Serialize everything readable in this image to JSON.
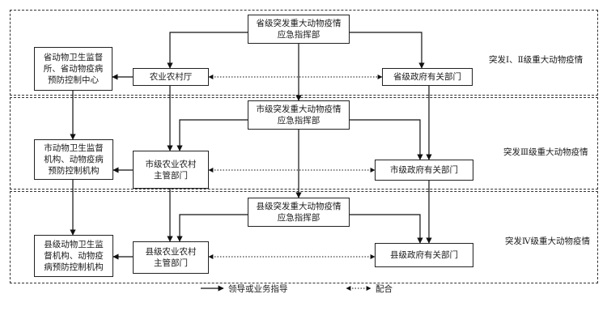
{
  "bands": {
    "provincial": "突发Ⅰ、Ⅱ级重大动物疫情",
    "city": "突发Ⅲ级重大动物疫情",
    "county": "突发Ⅳ级重大动物疫情"
  },
  "nodes": {
    "prov_hq": "省级突发重大动物疫情\n应急指挥部",
    "prov_agri": "农业农村厅",
    "prov_gov": "省级政府有关部门",
    "prov_center": "省动物卫生监督\n所、省动物疫病\n预防控制中心",
    "city_hq": "市级突发重大动物疫情\n应急指挥部",
    "city_agri": "市级农业农村\n主管部门",
    "city_gov": "市级政府有关部门",
    "city_center": "市动物卫生监督\n机构、动物疫病\n预防控制机构",
    "county_hq": "县级突发重大动物疫情\n应急指挥部",
    "county_agri": "县级农业农村\n主管部门",
    "county_gov": "县级政府有关部门",
    "county_center": "县级动物卫生监\n督机构、动物疫\n病预防控制机构"
  },
  "legend": {
    "lead": "领导或业务指导",
    "coop": "配合"
  }
}
